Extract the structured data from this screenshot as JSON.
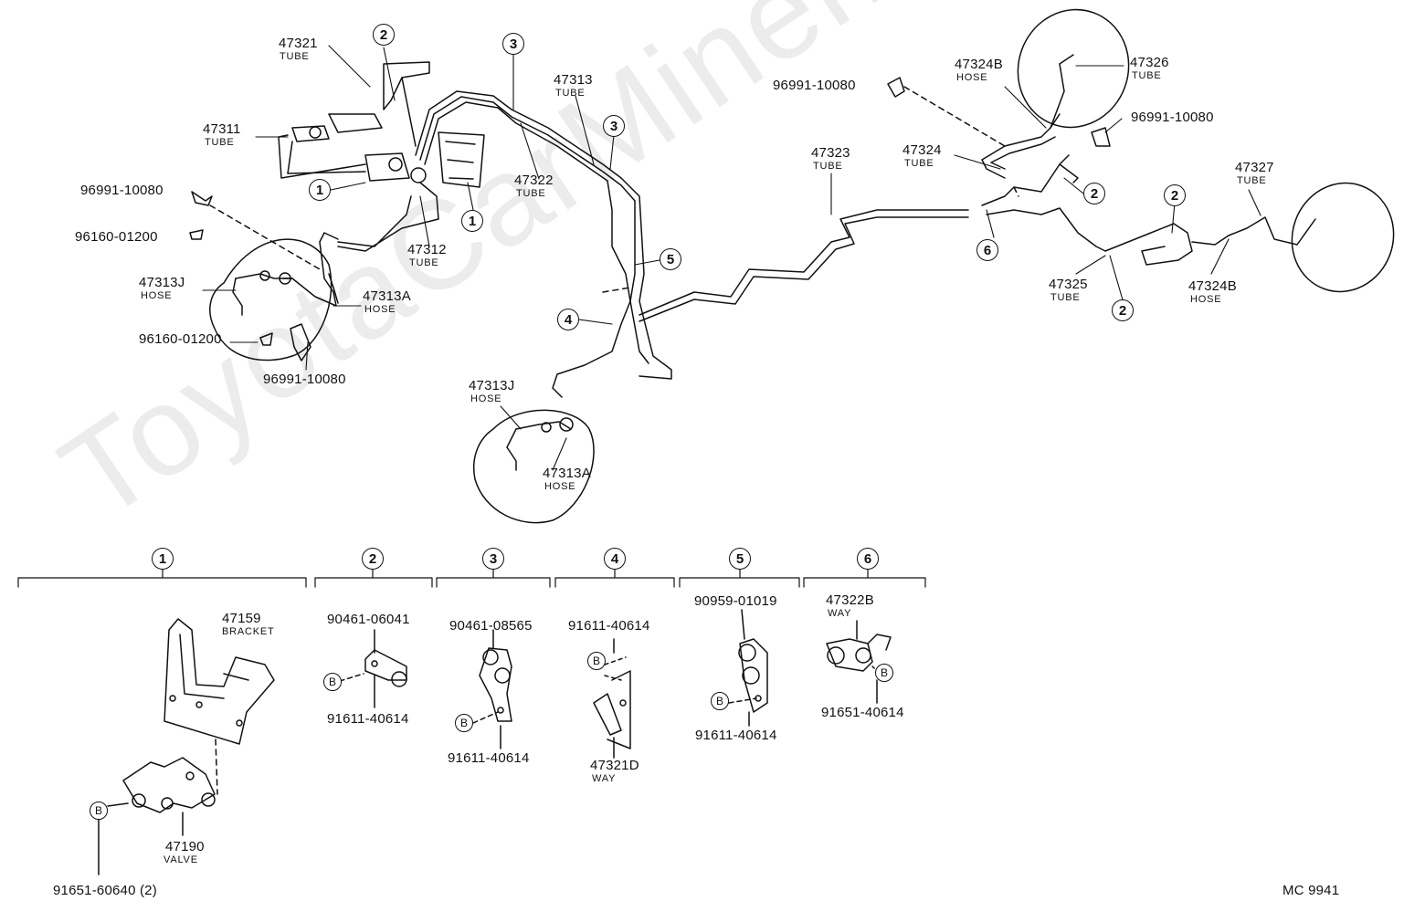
{
  "watermark": "ToyotaCarMiner.ru",
  "diagram_code": "MC  9941",
  "circle_marks": [
    "1",
    "2",
    "3",
    "4",
    "5",
    "6"
  ],
  "bolt_mark": "B",
  "parts": {
    "p47321": {
      "num": "47321",
      "type": "TUBE"
    },
    "p47311": {
      "num": "47311",
      "type": "TUBE"
    },
    "p47312": {
      "num": "47312",
      "type": "TUBE"
    },
    "p47313": {
      "num": "47313",
      "type": "TUBE"
    },
    "p47322": {
      "num": "47322",
      "type": "TUBE"
    },
    "p47323": {
      "num": "47323",
      "type": "TUBE"
    },
    "p47324": {
      "num": "47324",
      "type": "TUBE"
    },
    "p47324B_top": {
      "num": "47324B",
      "type": "HOSE"
    },
    "p47326": {
      "num": "47326",
      "type": "TUBE"
    },
    "p47327": {
      "num": "47327",
      "type": "TUBE"
    },
    "p47325": {
      "num": "47325",
      "type": "TUBE"
    },
    "p47324B_bot": {
      "num": "47324B",
      "type": "HOSE"
    },
    "p47313J_left": {
      "num": "47313J",
      "type": "HOSE"
    },
    "p47313A_left": {
      "num": "47313A",
      "type": "HOSE"
    },
    "p47313J_mid": {
      "num": "47313J",
      "type": "HOSE"
    },
    "p47313A_mid": {
      "num": "47313A",
      "type": "HOSE"
    },
    "p47159": {
      "num": "47159",
      "type": "BRACKET"
    },
    "p47190": {
      "num": "47190",
      "type": "VALVE"
    },
    "p47321D": {
      "num": "47321D",
      "type": "WAY"
    },
    "p47322B": {
      "num": "47322B",
      "type": "WAY"
    }
  },
  "clips": {
    "c96991_left_top": "96991-10080",
    "c96160_left_top": "96160-01200",
    "c96160_left_bot": "96160-01200",
    "c96991_left_bot": "96991-10080",
    "c96991_right_top": "96991-10080",
    "c96991_right_mid": "96991-10080"
  },
  "detail_parts": {
    "d2_top": "90461-06041",
    "d2_bot": "91611-40614",
    "d3_top": "90461-08565",
    "d3_bot": "91611-40614",
    "d4_top": "91611-40614",
    "d5_top": "90959-01019",
    "d5_bot": "91611-40614",
    "d6_bot": "91651-40614",
    "d1_bolt": "91651-60640 (2)"
  }
}
